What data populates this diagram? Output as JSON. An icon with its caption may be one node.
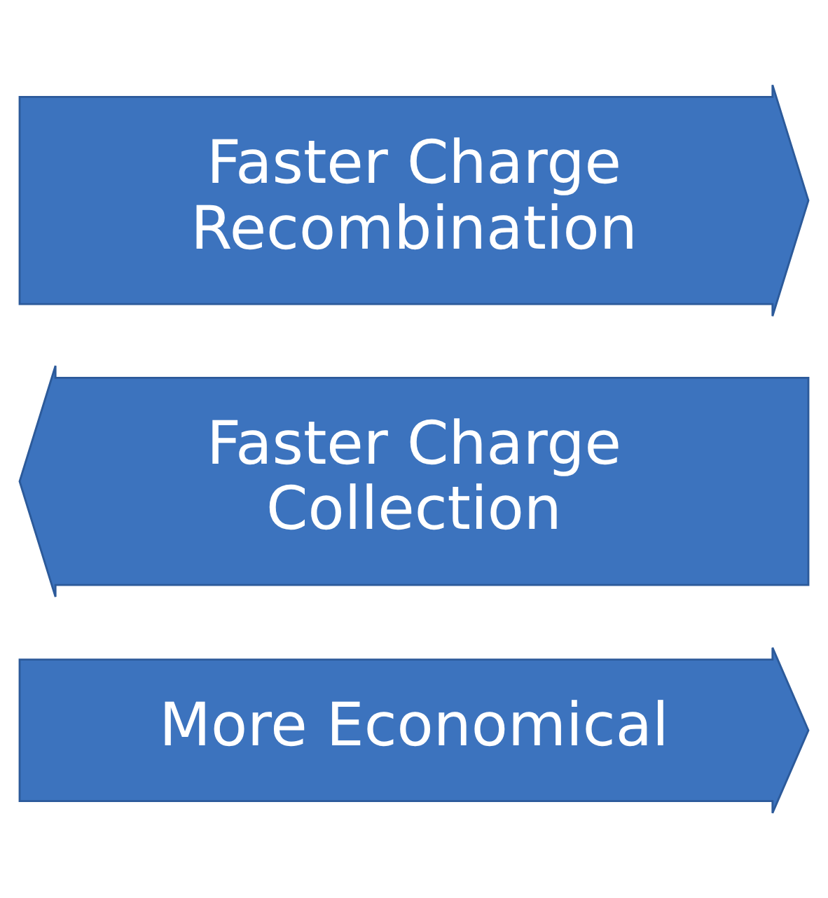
{
  "diagram": {
    "nodes": [
      {
        "text": [
          "More Economical"
        ]
      },
      {
        "text": [
          "Faster Charge Collection"
        ]
      },
      {
        "text": [
          "Faster Charge Recombination"
        ]
      }
    ]
  }
}
